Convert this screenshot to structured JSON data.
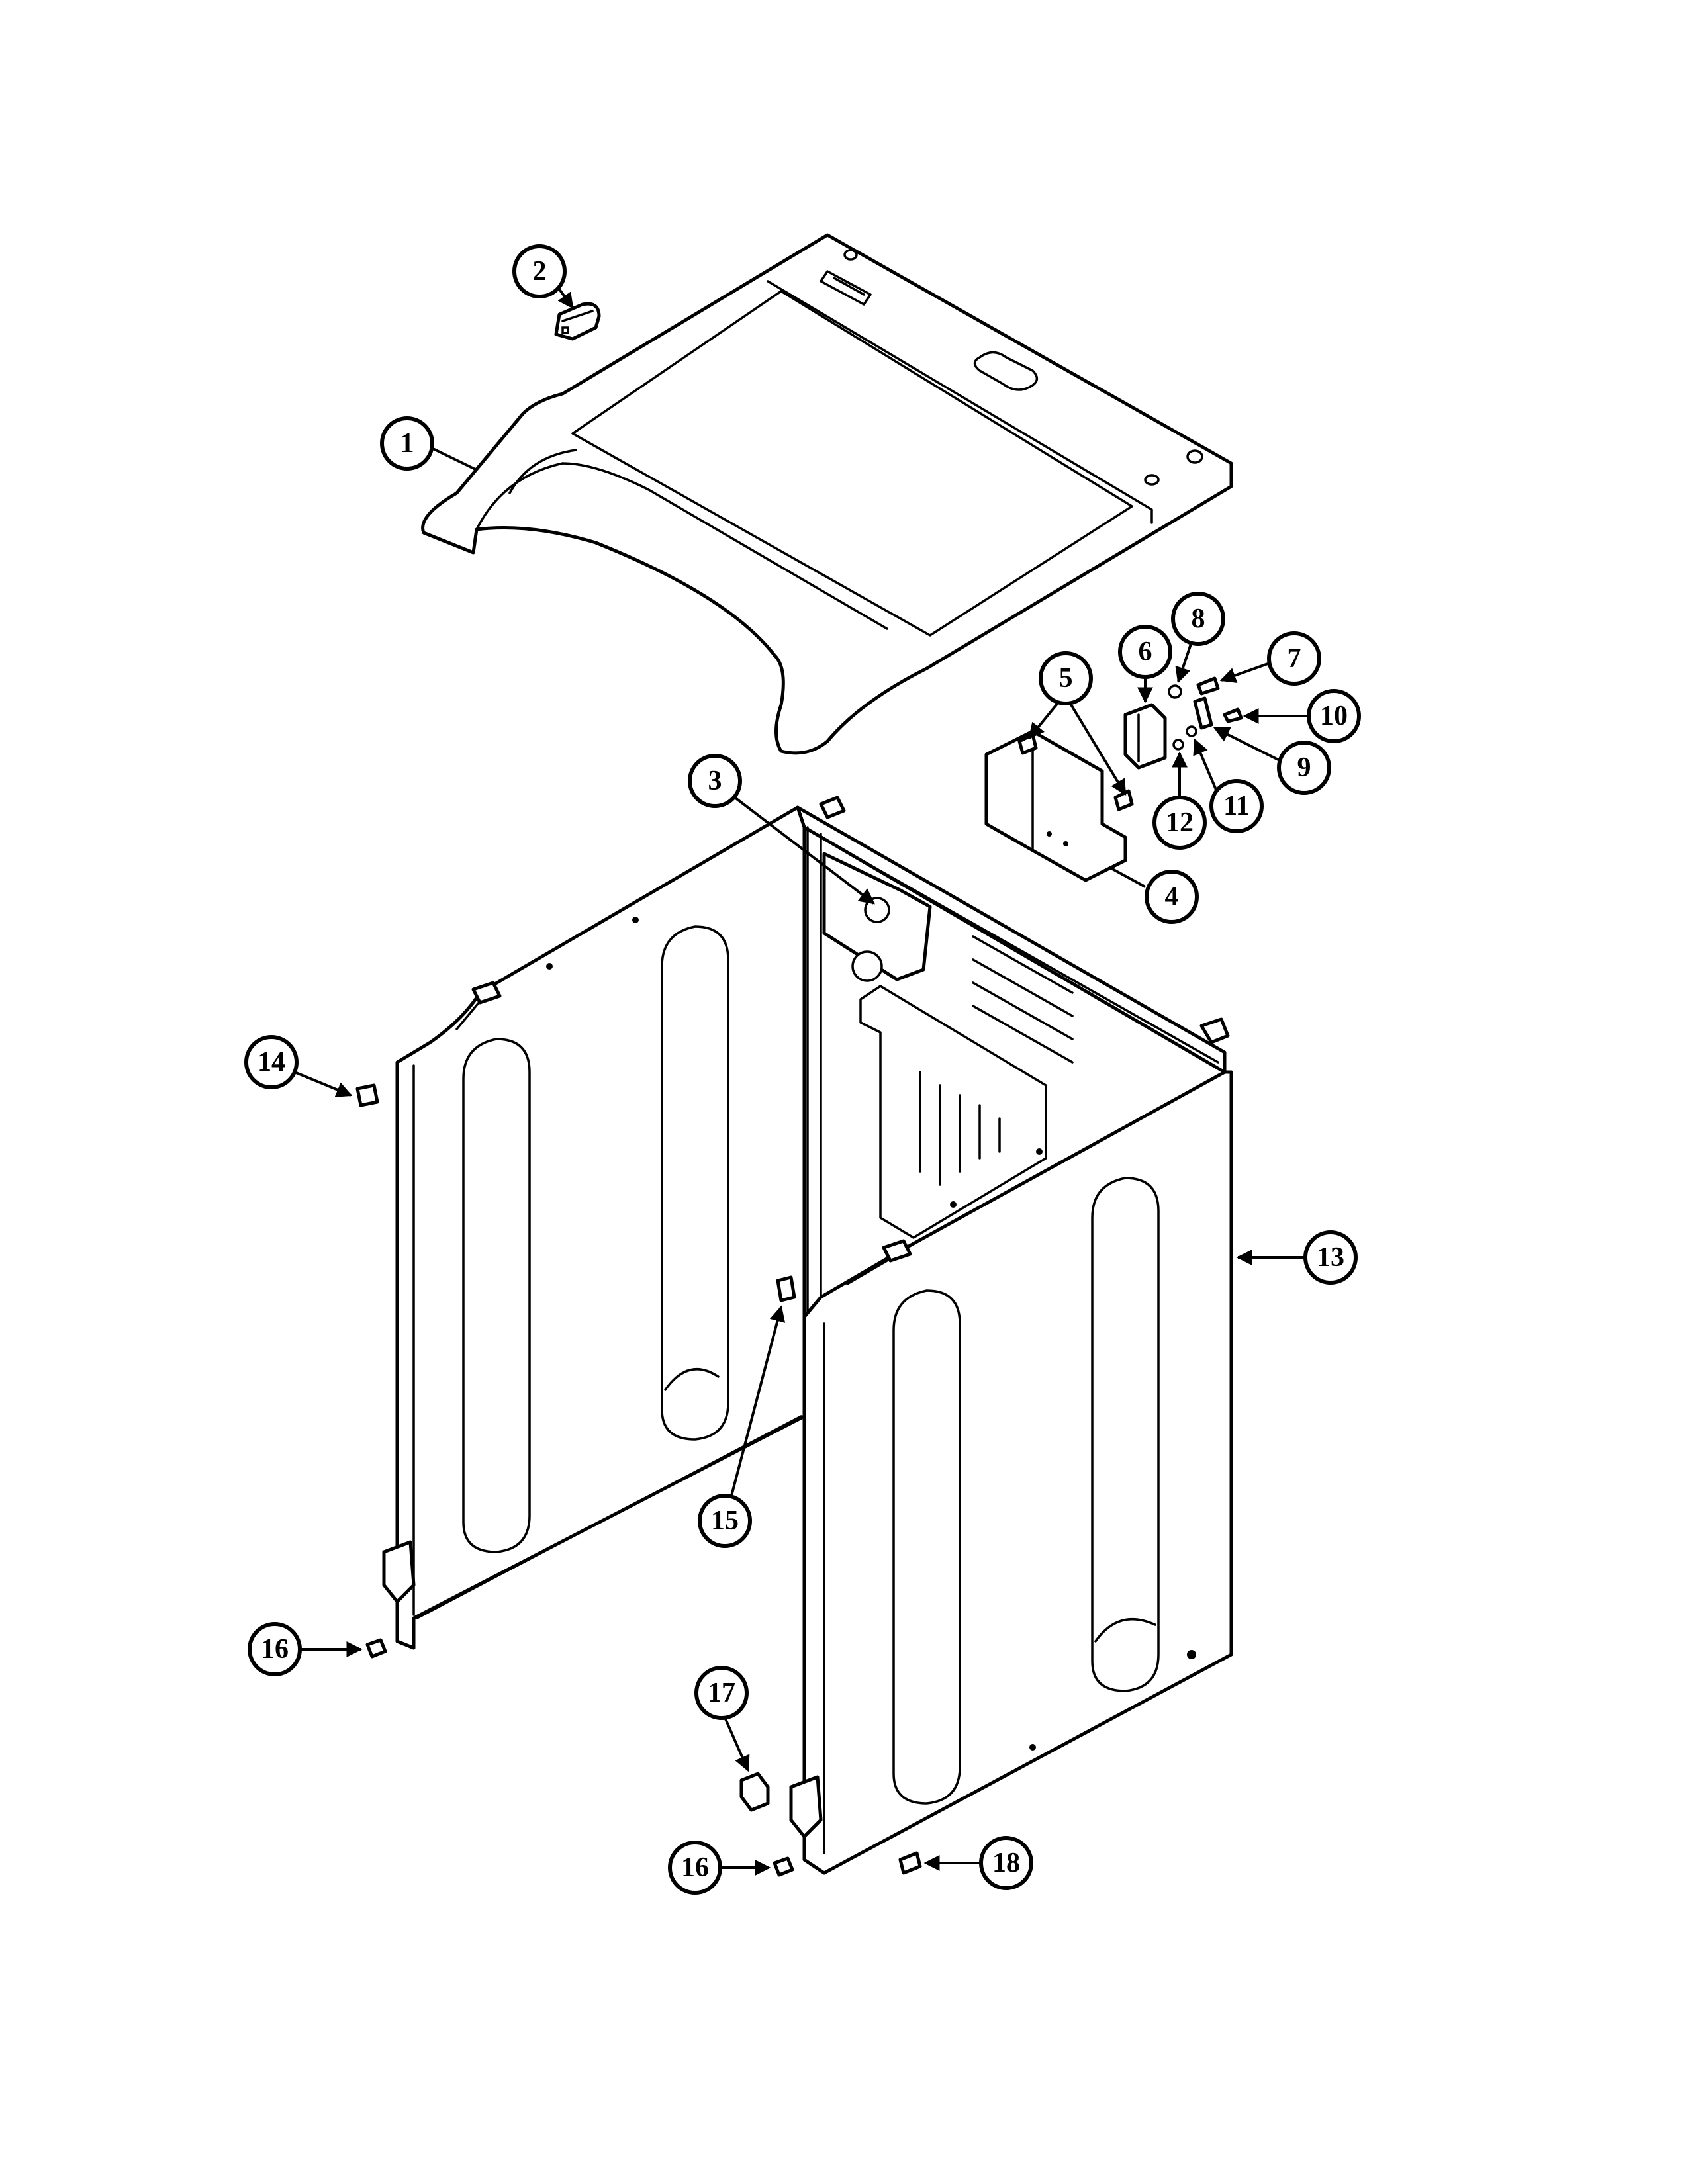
{
  "callouts": [
    {
      "id": "c1",
      "label": "1"
    },
    {
      "id": "c2",
      "label": "2"
    },
    {
      "id": "c3",
      "label": "3"
    },
    {
      "id": "c4",
      "label": "4"
    },
    {
      "id": "c5",
      "label": "5"
    },
    {
      "id": "c6",
      "label": "6"
    },
    {
      "id": "c7",
      "label": "7"
    },
    {
      "id": "c8",
      "label": "8"
    },
    {
      "id": "c9",
      "label": "9"
    },
    {
      "id": "c10",
      "label": "10"
    },
    {
      "id": "c11",
      "label": "11"
    },
    {
      "id": "c12",
      "label": "12"
    },
    {
      "id": "c13",
      "label": "13"
    },
    {
      "id": "c14",
      "label": "14"
    },
    {
      "id": "c15",
      "label": "15"
    },
    {
      "id": "c16a",
      "label": "16"
    },
    {
      "id": "c16b",
      "label": "16"
    },
    {
      "id": "c17",
      "label": "17"
    },
    {
      "id": "c18",
      "label": "18"
    }
  ]
}
